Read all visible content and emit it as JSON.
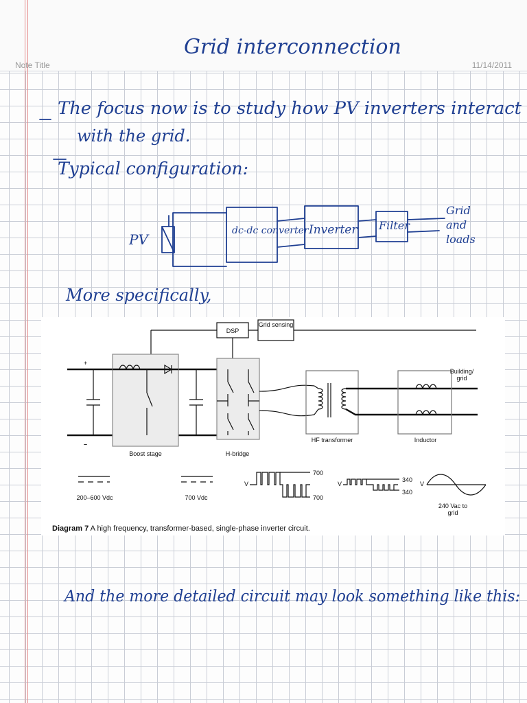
{
  "app": {
    "note_title_label": "Note Title",
    "date": "11/14/2011"
  },
  "handwriting": {
    "heading": "Grid interconnection",
    "line1": "The focus now is to study how PV inverters interact",
    "line2": "with the grid.",
    "line3": "Typical configuration:",
    "line4": "More specifically,",
    "line5": "And the more detailed circuit may look something like this:"
  },
  "block_diagram": {
    "source": "PV",
    "blocks": [
      "dc-dc converter",
      "Inverter",
      "Filter"
    ],
    "output": "Grid and loads"
  },
  "figure": {
    "blocks": {
      "dsp": "DSP",
      "grid_sensing": "Grid sensing",
      "boost": "Boost stage",
      "hbridge": "H-bridge",
      "transformer": "HF transformer",
      "inductor": "Inductor",
      "building_grid": "Building/ grid"
    },
    "voltages": {
      "v1": "200–600 Vdc",
      "v2": "700 Vdc",
      "w1_top": "700",
      "w1_bottom": "700",
      "w2_top": "340",
      "w2_bottom": "340",
      "v_out": "240 Vac to grid",
      "v": "V"
    },
    "polarity": {
      "plus": "+",
      "minus": "–"
    },
    "caption_bold": "Diagram 7",
    "caption_text": " A high frequency, transformer-based, single-phase inverter circuit."
  },
  "colors": {
    "ink": "#1f3f92",
    "grid": "#c9cdd6",
    "margin": "#e58a8a"
  }
}
